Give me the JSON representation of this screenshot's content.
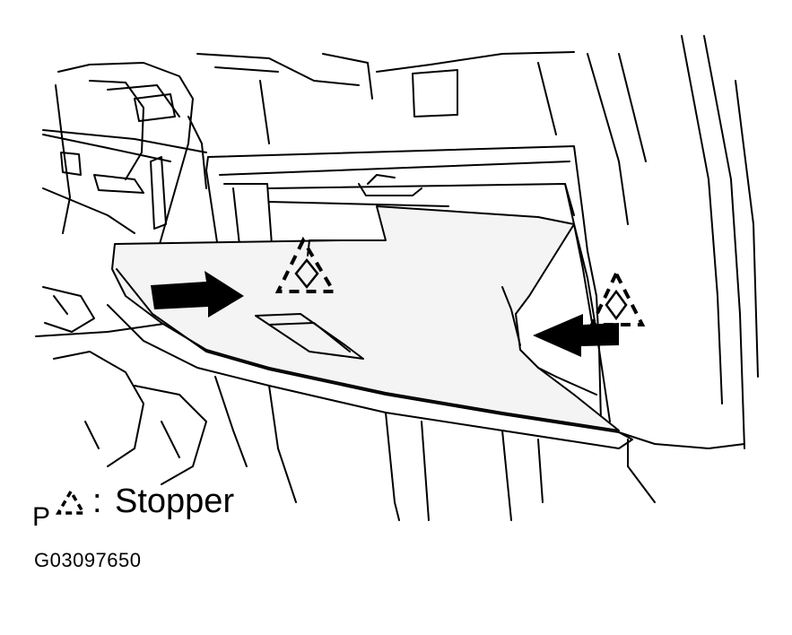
{
  "legend": {
    "marker": "P",
    "colon": ":",
    "label": "Stopper",
    "icon": "stopper-triangle-icon"
  },
  "figure_id": "G03097650"
}
